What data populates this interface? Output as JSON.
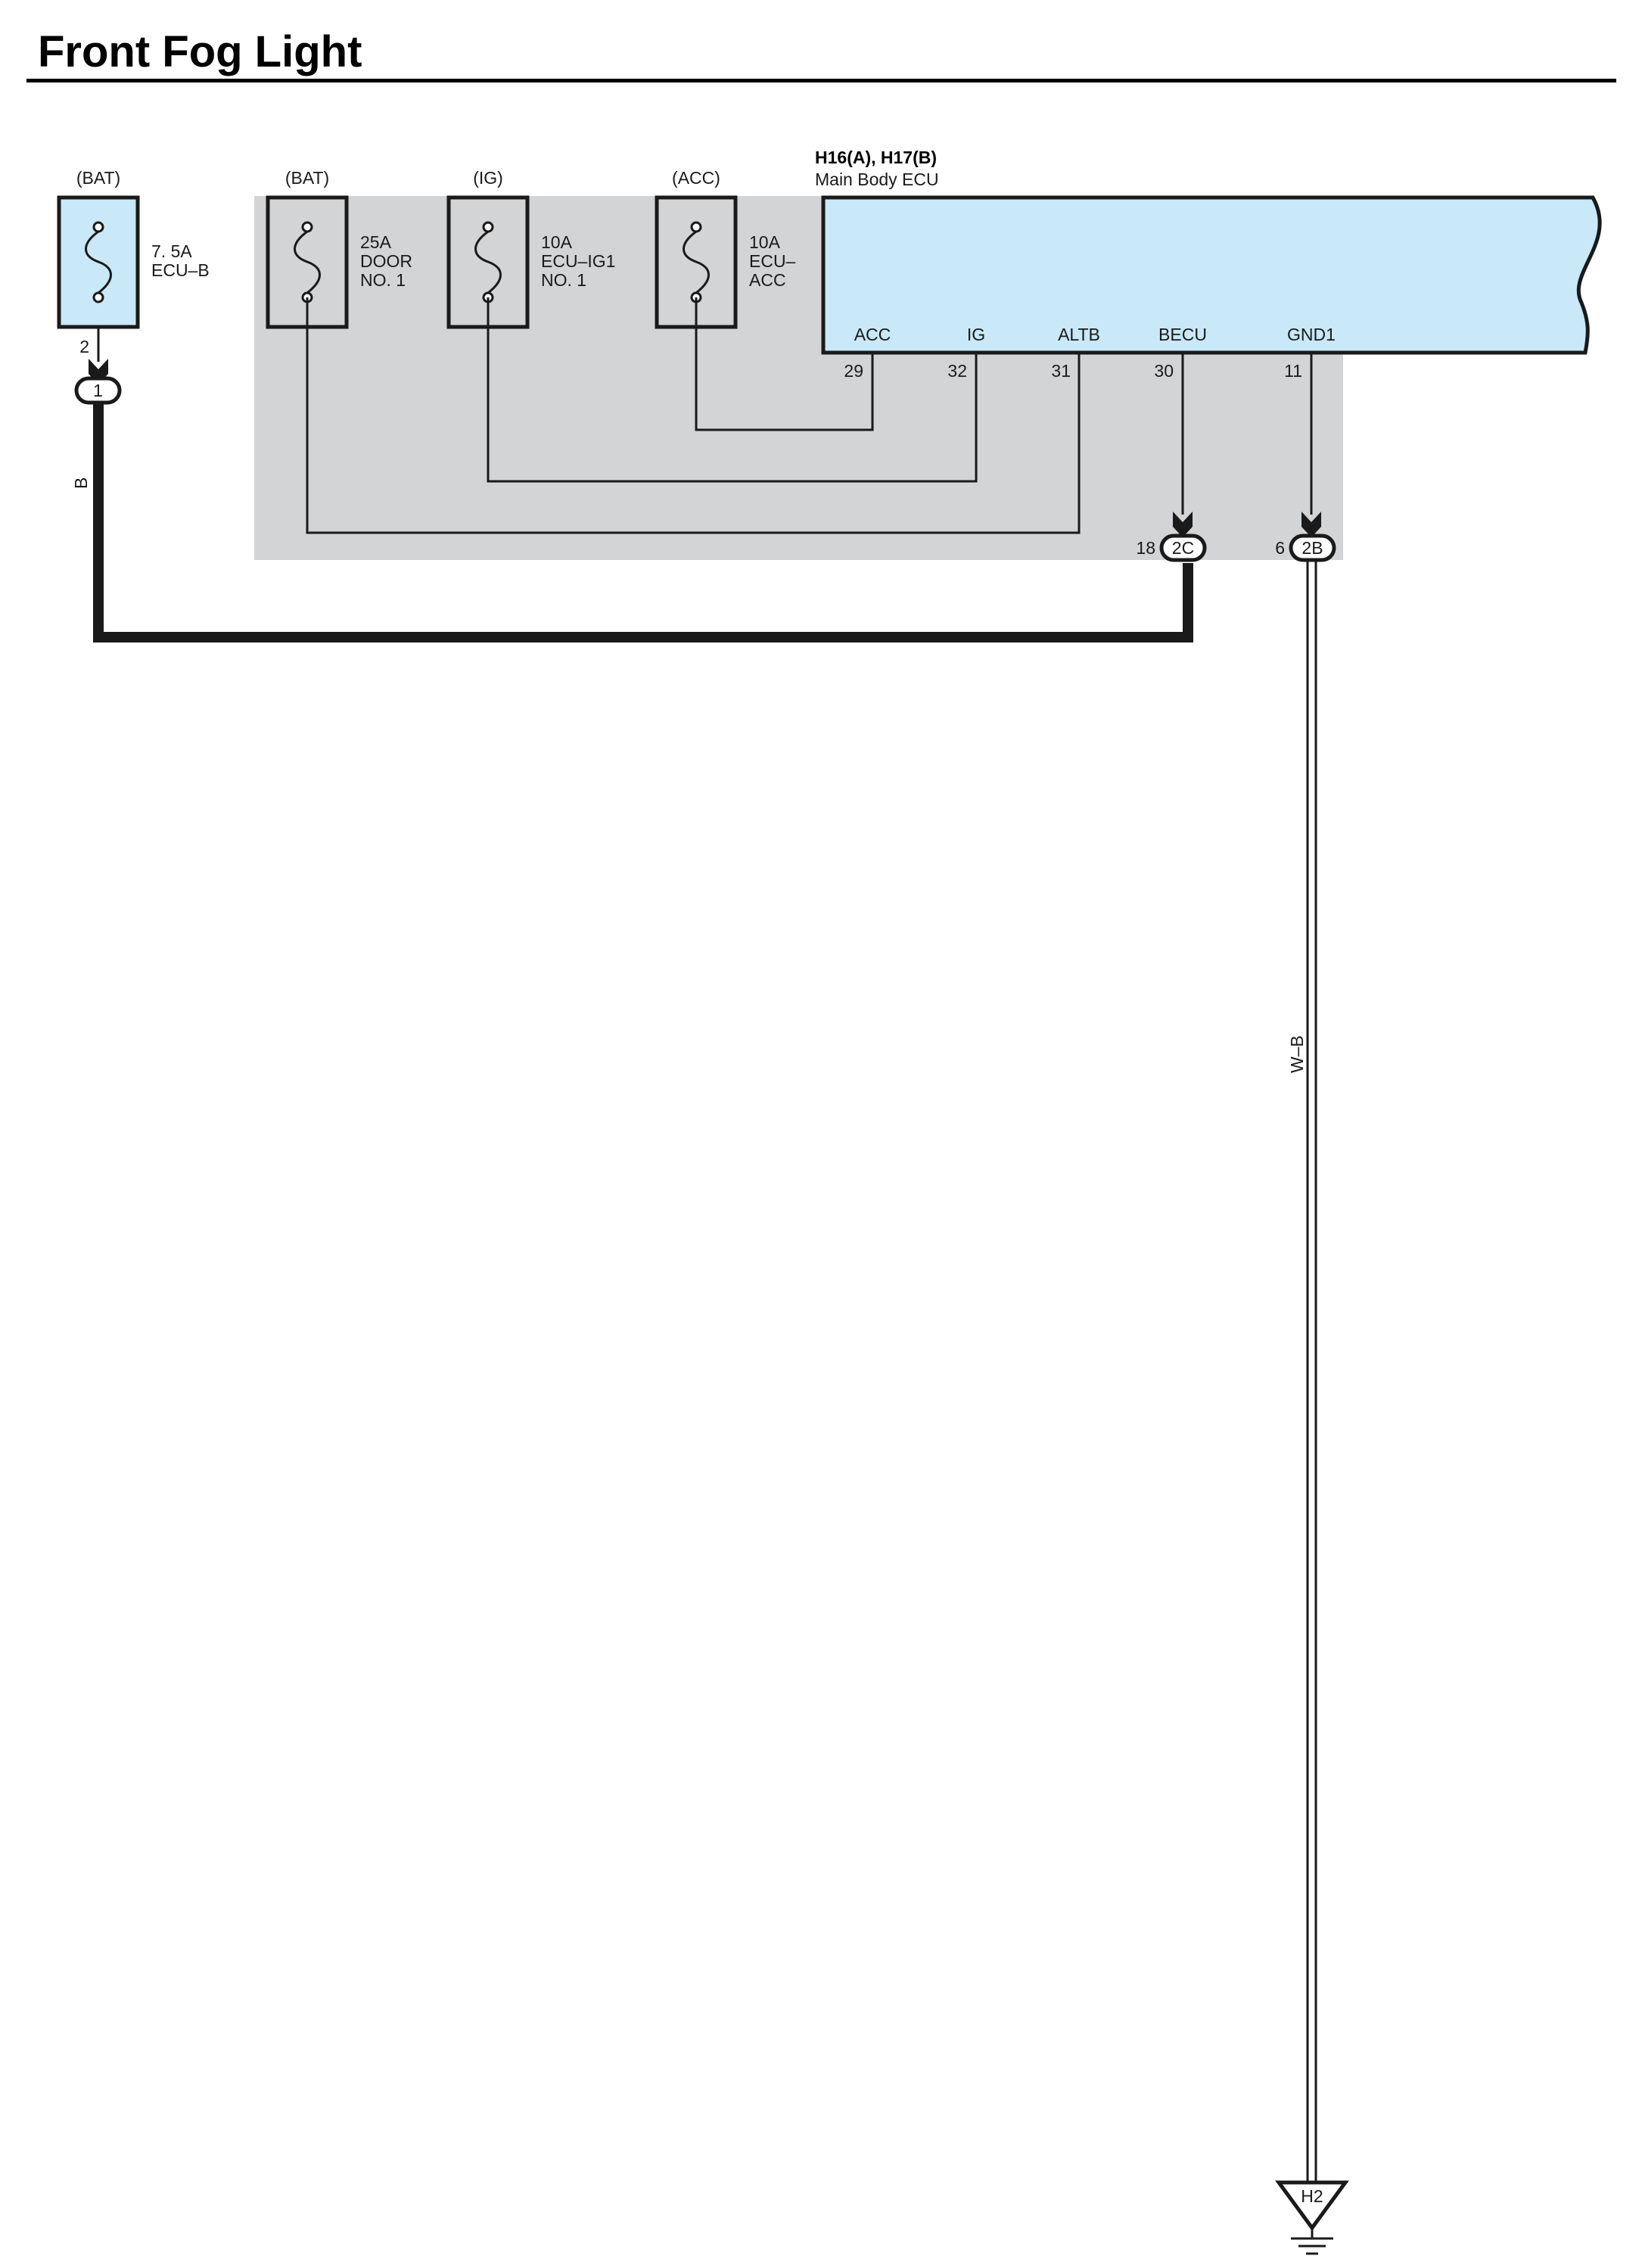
{
  "title": "Front Fog Light",
  "colors": {
    "ecu_fill": "#c9e8f8",
    "shaded_area": "#d3d4d6",
    "wire": "#1a1a1a"
  },
  "fuses": [
    {
      "source": "(BAT)",
      "rating": "7. 5A",
      "name_lines": [
        "ECU–B"
      ]
    },
    {
      "source": "(BAT)",
      "rating": "25A",
      "name_lines": [
        "DOOR",
        "NO. 1"
      ]
    },
    {
      "source": "(IG)",
      "rating": "10A",
      "name_lines": [
        "ECU–IG1",
        "NO. 1"
      ]
    },
    {
      "source": "(ACC)",
      "rating": "10A",
      "name_lines": [
        "ECU–",
        "ACC"
      ]
    }
  ],
  "ecu": {
    "connector_label": "H16(A), H17(B)",
    "name": "Main Body ECU",
    "pins": [
      {
        "name": "ACC",
        "number": "29"
      },
      {
        "name": "IG",
        "number": "32"
      },
      {
        "name": "ALTB",
        "number": "31"
      },
      {
        "name": "BECU",
        "number": "30"
      },
      {
        "name": "GND1",
        "number": "11"
      }
    ]
  },
  "junctions": {
    "fuse_out_pin": "2",
    "fuse_connector": "1",
    "becu_connector": "2C",
    "becu_connector_pin": "18",
    "gnd_connector": "2B",
    "gnd_connector_pin": "6"
  },
  "wire_colors": {
    "battery_feed": "B",
    "ground": "W–B"
  },
  "ground_point": "H2"
}
